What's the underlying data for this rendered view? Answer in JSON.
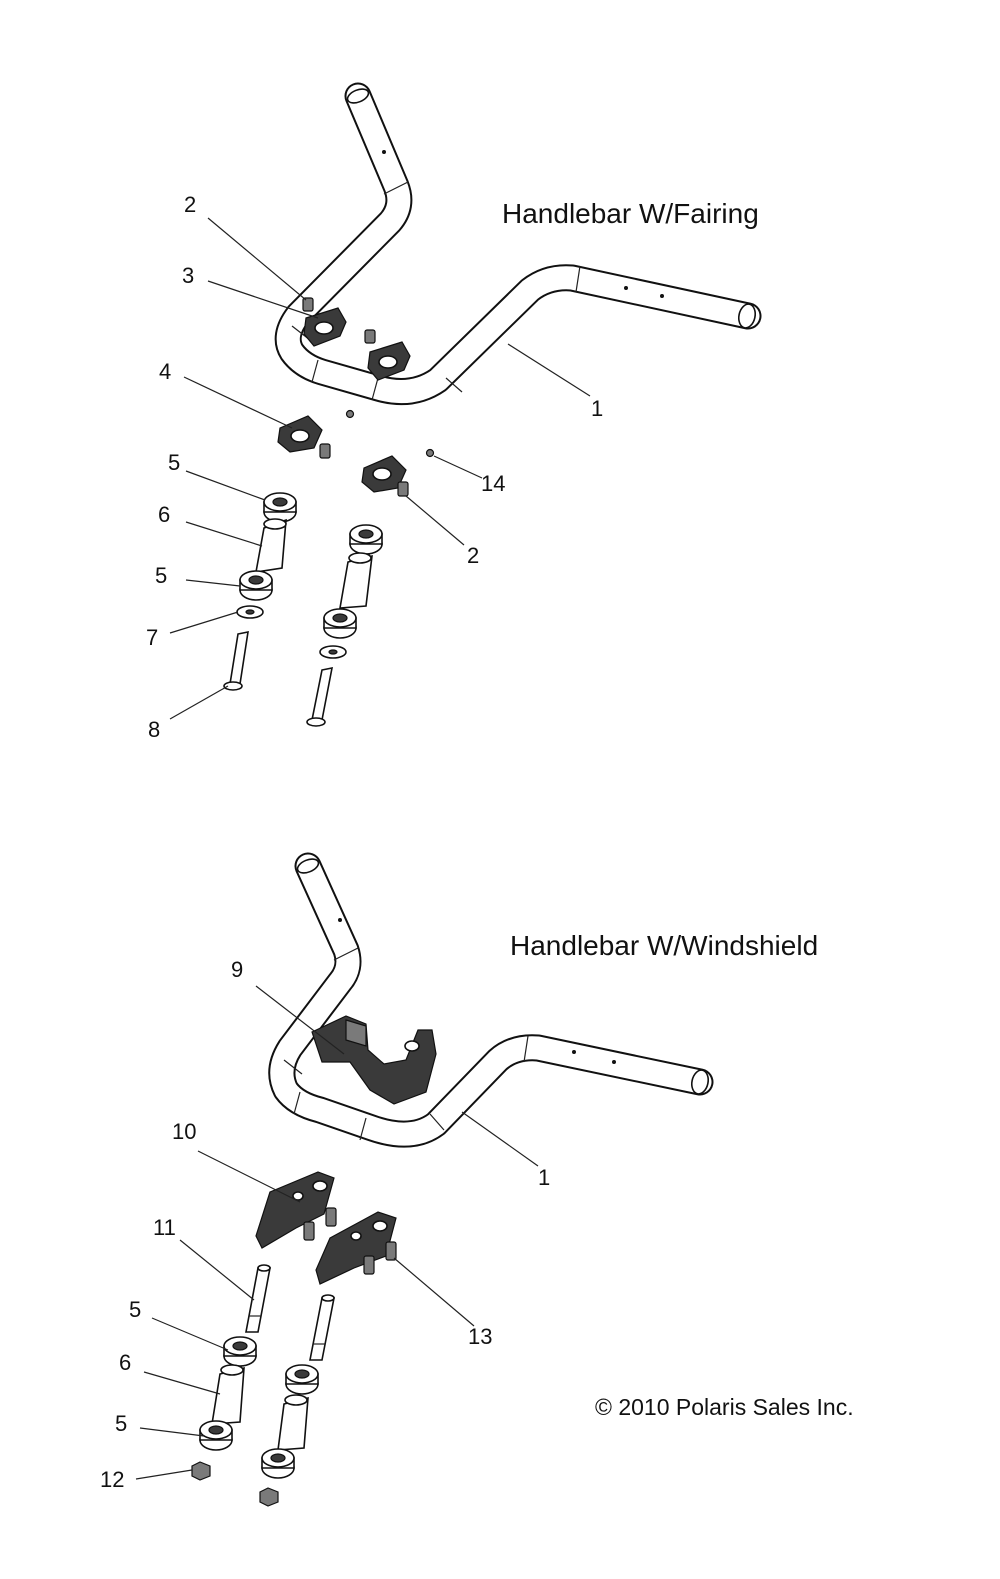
{
  "diagram_a": {
    "title": "Handlebar W/Fairing",
    "callouts": [
      "2",
      "3",
      "4",
      "5",
      "6",
      "5",
      "7",
      "8",
      "1",
      "14",
      "2"
    ]
  },
  "diagram_b": {
    "title": "Handlebar W/Windshield",
    "callouts": [
      "9",
      "10",
      "11",
      "5",
      "6",
      "5",
      "12",
      "1",
      "13"
    ]
  },
  "copyright": "© 2010 Polaris Sales Inc."
}
